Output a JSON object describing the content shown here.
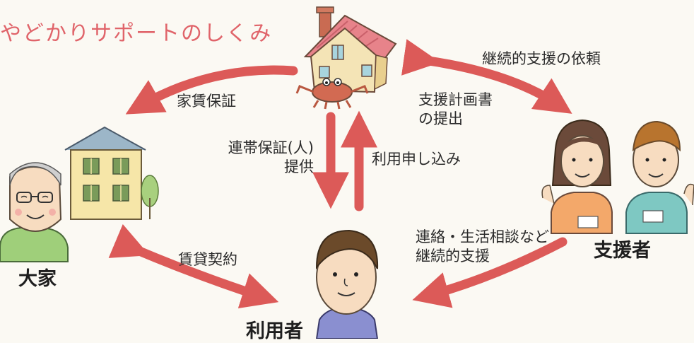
{
  "title": "やどかりサポートのしくみ",
  "actors": {
    "landlord": "大家",
    "user": "利用者",
    "supporter": "支援者"
  },
  "flows": {
    "rent_guarantee": "家賃保証",
    "continuous_support_request": "継続的支援の依頼",
    "support_plan_line1": "支援計画書",
    "support_plan_line2": "の提出",
    "joint_guarantee_line1": "連帯保証(人)",
    "joint_guarantee_line2": "提供",
    "application": "利用申し込み",
    "lease_contract": "賃貸契約",
    "contact_line1": "連絡・生活相談など",
    "contact_line2": "継続的支援"
  },
  "colors": {
    "arrow": "#dc5a58",
    "title": "#e0646a"
  }
}
